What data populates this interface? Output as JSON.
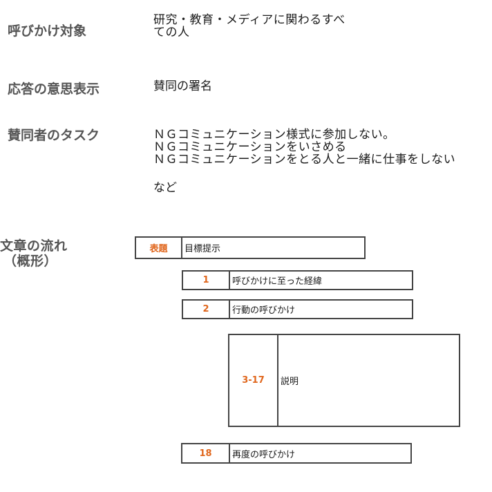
{
  "rows": {
    "target": {
      "label": "呼びかけ対象",
      "value_line1": "研究・教育・メディアに関わるすべ",
      "value_line2": "ての人"
    },
    "response": {
      "label": "応答の意思表示",
      "value": "賛同の署名"
    },
    "tasks": {
      "label": "賛同者のタスク",
      "items": [
        "ＮＧコミュニケーション様式に参加しない。",
        "ＮＧコミュニケーションをいさめる",
        "ＮＧコミュニケーションをとる人と一緒に仕事をしない"
      ],
      "etc": "など"
    }
  },
  "flow": {
    "label_line1": "文章の流れ",
    "label_line2": "（概形）",
    "boxes": [
      {
        "num": "表題",
        "text": "目標提示"
      },
      {
        "num": "1",
        "text": "呼びかけに至った経緯"
      },
      {
        "num": "2",
        "text": "行動の呼びかけ"
      },
      {
        "num": "3-17",
        "text": "説明"
      },
      {
        "num": "18",
        "text": "再度の呼びかけ"
      }
    ]
  },
  "colors": {
    "accent": "#e0661c",
    "label": "#555555",
    "border": "#444444"
  }
}
